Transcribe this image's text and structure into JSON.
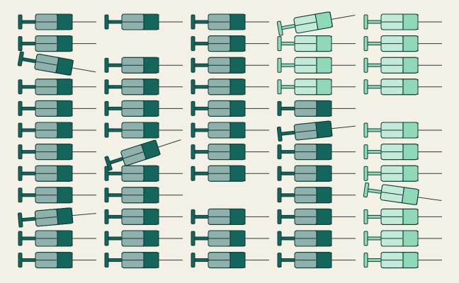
{
  "illustration": {
    "subject": "syringe-grid",
    "colors": {
      "background": "#f3f1e6",
      "outline": "#0f3d38",
      "dark_body": "#14655c",
      "dark_window": "#8fb0ab",
      "light_body": "#8fd9b8",
      "light_window": "#c3ead8",
      "needle": "#2e3b38"
    },
    "columns": [
      {
        "tone": "dark",
        "slots": [
          {
            "state": "upright"
          },
          {
            "state": "upright"
          },
          {
            "state": "tilted",
            "angle": 10
          },
          {
            "state": "upright"
          },
          {
            "state": "upright"
          },
          {
            "state": "upright"
          },
          {
            "state": "upright"
          },
          {
            "state": "upright"
          },
          {
            "state": "upright"
          },
          {
            "state": "tilted",
            "angle": -5
          },
          {
            "state": "upright"
          },
          {
            "state": "upright"
          }
        ]
      },
      {
        "tone": "dark",
        "slots": [
          {
            "state": "upright"
          },
          {
            "state": "empty"
          },
          {
            "state": "upright"
          },
          {
            "state": "upright"
          },
          {
            "state": "upright"
          },
          {
            "state": "upright"
          },
          {
            "state": "tilted",
            "angle": -18
          },
          {
            "state": "upright"
          },
          {
            "state": "upright"
          },
          {
            "state": "upright"
          },
          {
            "state": "upright"
          },
          {
            "state": "upright"
          }
        ]
      },
      {
        "tone": "dark",
        "slots": [
          {
            "state": "upright"
          },
          {
            "state": "upright"
          },
          {
            "state": "upright"
          },
          {
            "state": "upright"
          },
          {
            "state": "upright"
          },
          {
            "state": "upright"
          },
          {
            "state": "upright"
          },
          {
            "state": "upright"
          },
          {
            "state": "empty"
          },
          {
            "state": "upright"
          },
          {
            "state": "upright"
          },
          {
            "state": "upright"
          }
        ]
      },
      {
        "tone": "mixed",
        "slots": [
          {
            "state": "tilted",
            "angle": -10,
            "tone": "light"
          },
          {
            "state": "upright",
            "tone": "light"
          },
          {
            "state": "upright",
            "tone": "light"
          },
          {
            "state": "upright",
            "tone": "light"
          },
          {
            "state": "upright",
            "tone": "dark"
          },
          {
            "state": "tilted",
            "angle": -6,
            "tone": "dark"
          },
          {
            "state": "upright",
            "tone": "dark"
          },
          {
            "state": "upright",
            "tone": "dark"
          },
          {
            "state": "upright",
            "tone": "dark"
          },
          {
            "state": "upright",
            "tone": "dark"
          },
          {
            "state": "upright",
            "tone": "dark"
          },
          {
            "state": "upright",
            "tone": "dark"
          }
        ]
      },
      {
        "tone": "light",
        "slots": [
          {
            "state": "upright"
          },
          {
            "state": "upright"
          },
          {
            "state": "upright"
          },
          {
            "state": "upright"
          },
          {
            "state": "empty"
          },
          {
            "state": "upright"
          },
          {
            "state": "upright"
          },
          {
            "state": "upright"
          },
          {
            "state": "tilted",
            "angle": 8
          },
          {
            "state": "upright"
          },
          {
            "state": "upright"
          },
          {
            "state": "upright"
          }
        ]
      }
    ]
  }
}
